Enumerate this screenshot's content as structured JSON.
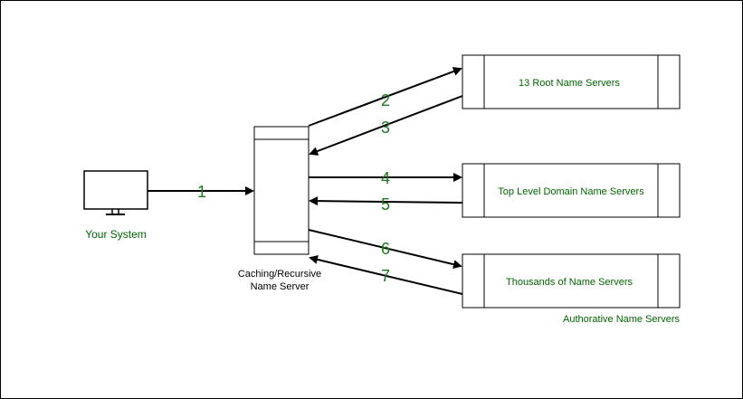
{
  "colors": {
    "stroke": "#000000",
    "text_green": "#006600",
    "number_green": "#1e7a1e"
  },
  "system": {
    "label": "Your System",
    "icon": "computer-monitor-icon"
  },
  "resolver": {
    "label_line1": "Caching/Recursive",
    "label_line2": "Name Server"
  },
  "servers": {
    "root": "13 Root Name Servers",
    "tld": "Top Level Domain Name Servers",
    "authoritative": "Thousands of Name Servers",
    "authoritative_caption": "Authorative Name Servers"
  },
  "steps": [
    "1",
    "2",
    "3",
    "4",
    "5",
    "6",
    "7"
  ]
}
